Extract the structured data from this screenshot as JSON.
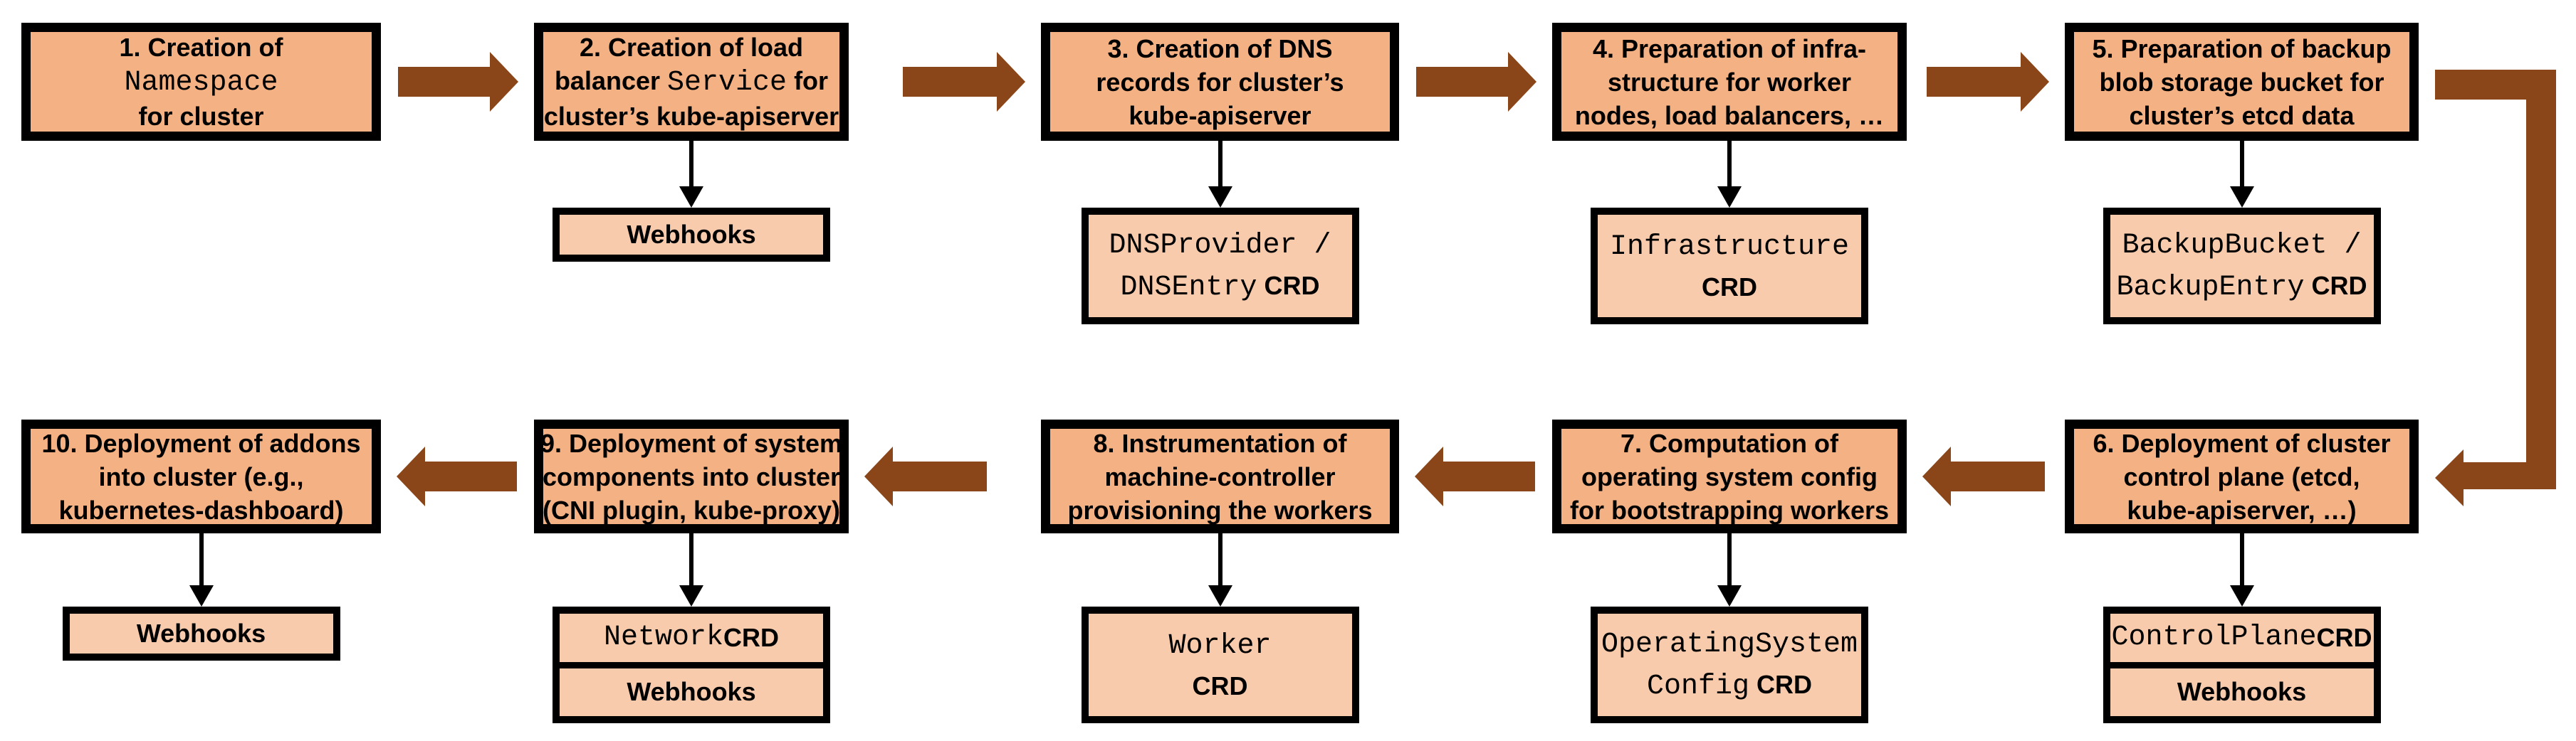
{
  "diagram": {
    "description": "Cluster reconciliation flow of 10 steps",
    "colors": {
      "box_fill": "#F4B183",
      "child_fill": "#F8CBAD",
      "arrow_brown": "#8A4619",
      "border": "#000000"
    },
    "flow": {
      "top_row_direction": "right",
      "bottom_row_direction": "left",
      "wrap_connector": "right-side elbow from step 5 down to step 6"
    }
  },
  "steps": [
    {
      "num": 1,
      "row": 1,
      "col": 1,
      "title_lines": [
        [
          {
            "text": "1. Creation of",
            "mono": false
          }
        ],
        [
          {
            "text": "Namespace",
            "mono": true
          }
        ],
        [
          {
            "text": "for cluster",
            "mono": false
          }
        ]
      ],
      "child": null
    },
    {
      "num": 2,
      "row": 1,
      "col": 2,
      "title_lines": [
        [
          {
            "text": "2. Creation of load",
            "mono": false
          }
        ],
        [
          {
            "text": "balancer ",
            "mono": false
          },
          {
            "text": "Service",
            "mono": true
          },
          {
            "text": " for",
            "mono": false
          }
        ],
        [
          {
            "text": "cluster’s kube-apiserver",
            "mono": false
          }
        ]
      ],
      "child": {
        "kind": "short",
        "name": "webhooks-box",
        "lines": [
          [
            {
              "text": "Webhooks",
              "mono": false
            }
          ]
        ]
      }
    },
    {
      "num": 3,
      "row": 1,
      "col": 3,
      "title_lines": [
        [
          {
            "text": "3. Creation of DNS",
            "mono": false
          }
        ],
        [
          {
            "text": "records for cluster’s",
            "mono": false
          }
        ],
        [
          {
            "text": "kube-apiserver",
            "mono": false
          }
        ]
      ],
      "child": {
        "kind": "tall",
        "name": "dns-crd-box",
        "lines": [
          [
            {
              "text": "DNSProvider /",
              "mono": true
            }
          ],
          [
            {
              "text": "DNSEntry",
              "mono": true
            },
            {
              "text": " CRD",
              "mono": false
            }
          ]
        ]
      }
    },
    {
      "num": 4,
      "row": 1,
      "col": 4,
      "title_lines": [
        [
          {
            "text": "4. Preparation of infra-",
            "mono": false
          }
        ],
        [
          {
            "text": "structure for worker",
            "mono": false
          }
        ],
        [
          {
            "text": "nodes, load balancers, …",
            "mono": false
          }
        ]
      ],
      "child": {
        "kind": "tall",
        "name": "infrastructure-crd-box",
        "lines": [
          [
            {
              "text": "Infrastructure",
              "mono": true
            }
          ],
          [
            {
              "text": "CRD",
              "mono": false
            }
          ]
        ]
      }
    },
    {
      "num": 5,
      "row": 1,
      "col": 5,
      "title_lines": [
        [
          {
            "text": "5. Preparation of backup",
            "mono": false
          }
        ],
        [
          {
            "text": "blob storage bucket for",
            "mono": false
          }
        ],
        [
          {
            "text": "cluster’s etcd data",
            "mono": false
          }
        ]
      ],
      "child": {
        "kind": "tall",
        "name": "backup-crd-box",
        "lines": [
          [
            {
              "text": "BackupBucket /",
              "mono": true
            }
          ],
          [
            {
              "text": "BackupEntry",
              "mono": true
            },
            {
              "text": " CRD",
              "mono": false
            }
          ]
        ]
      }
    },
    {
      "num": 6,
      "row": 2,
      "col": 5,
      "title_lines": [
        [
          {
            "text": "6. Deployment of cluster",
            "mono": false
          }
        ],
        [
          {
            "text": "control plane (etcd,",
            "mono": false
          }
        ],
        [
          {
            "text": "kube-apiserver, …)",
            "mono": false
          }
        ]
      ],
      "child": {
        "kind": "stack",
        "name": "controlplane-crd-webhooks-box",
        "rows": [
          [
            {
              "text": "ControlPlane",
              "mono": true
            },
            {
              "text": " CRD",
              "mono": false
            }
          ],
          [
            {
              "text": "Webhooks",
              "mono": false
            }
          ]
        ]
      }
    },
    {
      "num": 7,
      "row": 2,
      "col": 4,
      "title_lines": [
        [
          {
            "text": "7. Computation of",
            "mono": false
          }
        ],
        [
          {
            "text": "operating system config",
            "mono": false
          }
        ],
        [
          {
            "text": "for bootstrapping workers",
            "mono": false
          }
        ]
      ],
      "child": {
        "kind": "tall",
        "name": "operatingsystemconfig-crd-box",
        "lines": [
          [
            {
              "text": "OperatingSystem",
              "mono": true
            }
          ],
          [
            {
              "text": "Config",
              "mono": true
            },
            {
              "text": " CRD",
              "mono": false
            }
          ]
        ]
      }
    },
    {
      "num": 8,
      "row": 2,
      "col": 3,
      "title_lines": [
        [
          {
            "text": "8. Instrumentation of",
            "mono": false
          }
        ],
        [
          {
            "text": "machine-controller",
            "mono": false
          }
        ],
        [
          {
            "text": "provisioning the workers",
            "mono": false
          }
        ]
      ],
      "child": {
        "kind": "tall",
        "name": "worker-crd-box",
        "lines": [
          [
            {
              "text": "Worker",
              "mono": true
            }
          ],
          [
            {
              "text": "CRD",
              "mono": false
            }
          ]
        ]
      }
    },
    {
      "num": 9,
      "row": 2,
      "col": 2,
      "title_lines": [
        [
          {
            "text": "9. Deployment of system",
            "mono": false
          }
        ],
        [
          {
            "text": "components into cluster",
            "mono": false
          }
        ],
        [
          {
            "text": "(CNI plugin, kube-proxy)",
            "mono": false
          }
        ]
      ],
      "child": {
        "kind": "stack",
        "name": "network-crd-webhooks-box",
        "rows": [
          [
            {
              "text": "Network",
              "mono": true
            },
            {
              "text": " CRD",
              "mono": false
            }
          ],
          [
            {
              "text": "Webhooks",
              "mono": false
            }
          ]
        ]
      }
    },
    {
      "num": 10,
      "row": 2,
      "col": 1,
      "title_lines": [
        [
          {
            "text": "10. Deployment of addons",
            "mono": false
          }
        ],
        [
          {
            "text": "into cluster (e.g.,",
            "mono": false
          }
        ],
        [
          {
            "text": "kubernetes-dashboard)",
            "mono": false
          }
        ]
      ],
      "child": {
        "kind": "short",
        "name": "webhooks-box",
        "lines": [
          [
            {
              "text": "Webhooks",
              "mono": false
            }
          ]
        ]
      }
    }
  ]
}
